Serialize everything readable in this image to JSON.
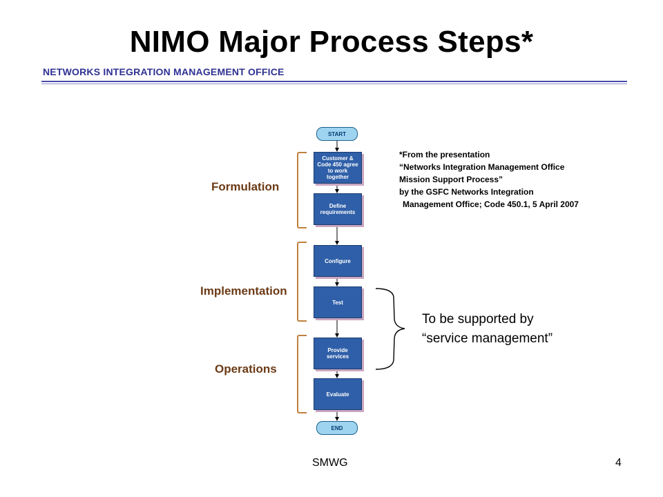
{
  "title": "NIMO Major Process Steps*",
  "subtitle": "NETWORKS INTEGRATION MANAGEMENT OFFICE",
  "phases": [
    {
      "label": "Formulation"
    },
    {
      "label": "Implementation"
    },
    {
      "label": "Operations"
    }
  ],
  "flow": {
    "start": "START",
    "end": "END",
    "steps": [
      {
        "label": "Customer & Code 450 agree to work together"
      },
      {
        "label": "Define requirements"
      },
      {
        "label": "Configure"
      },
      {
        "label": "Test"
      },
      {
        "label": "Provide services"
      },
      {
        "label": "Evaluate"
      }
    ]
  },
  "footnote": {
    "lines": [
      "*From the presentation",
      "“Networks Integration Management Office",
      "Mission Support Process”",
      "by the GSFC Networks Integration",
      "Management Office; Code 450.1, 5 April 2007"
    ]
  },
  "support_note": {
    "lines": [
      "To be supported by",
      "“service management”"
    ]
  },
  "footer": {
    "left": "SMWG",
    "page": "4"
  }
}
